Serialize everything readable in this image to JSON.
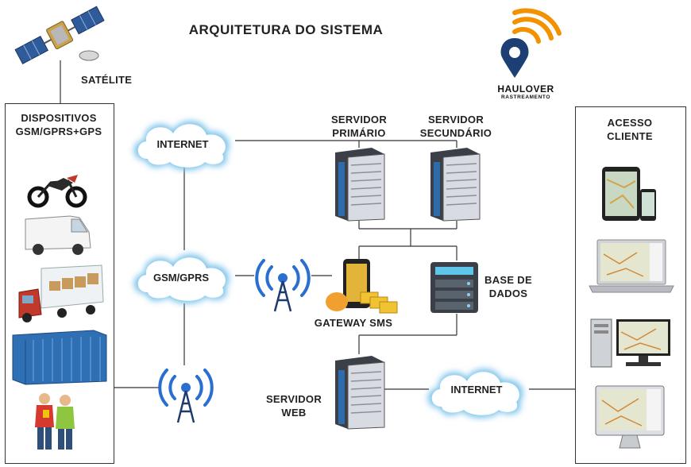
{
  "title": "ARQUITETURA DO SISTEMA",
  "logo": {
    "name": "HAULOVER",
    "tagline": "RASTREAMENTO",
    "colors": {
      "orange": "#f39200",
      "navy": "#1d3f73"
    }
  },
  "satellite_label": "SATÉLITE",
  "devices_panel": {
    "title_line1": "DISPOSITIVOS",
    "title_line2": "GSM/GPRS+GPS"
  },
  "client_panel": {
    "title_line1": "ACESSO",
    "title_line2": "CLIENTE"
  },
  "clouds": {
    "internet_top": "INTERNET",
    "gsm_gprs": "GSM/GPRS",
    "internet_bottom": "INTERNET"
  },
  "servers": {
    "primary_line1": "SERVIDOR",
    "primary_line2": "PRIMÁRIO",
    "secondary_line1": "SERVIDOR",
    "secondary_line2": "SECUNDÁRIO",
    "web_line1": "SERVIDOR",
    "web_line2": "WEB"
  },
  "gateway_label": "GATEWAY SMS",
  "database": {
    "line1": "BASE DE",
    "line2": "DADOS"
  },
  "colors": {
    "cloud_glow": "#7fc4ea",
    "antenna_blue": "#2a6fd0",
    "server_dark": "#3a3f48"
  }
}
